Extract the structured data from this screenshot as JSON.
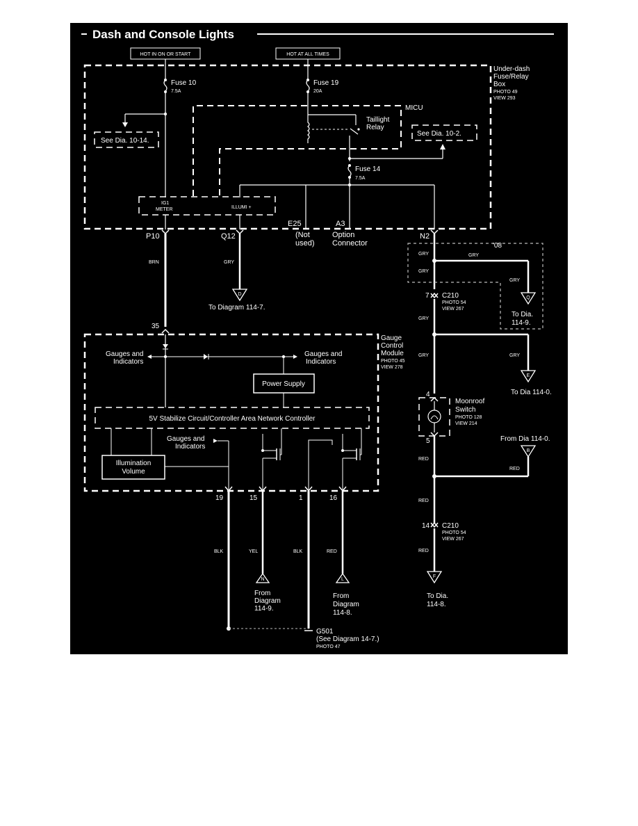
{
  "title": "Dash and Console Lights",
  "hot_labels": {
    "ignition": "HOT IN ON OR START",
    "always": "HOT AT ALL TIMES"
  },
  "fuse_box": {
    "name_1": "Under-dash",
    "name_2": "Fuse/Relay",
    "name_3": "Box",
    "photo": "PHOTO 49",
    "view": "VIEW 293"
  },
  "fuses": [
    {
      "name": "Fuse 10",
      "rating": "7.5A"
    },
    {
      "name": "Fuse 19",
      "rating": "20A"
    },
    {
      "name": "Fuse 14",
      "rating": "7.5A"
    }
  ],
  "micu": "MICU",
  "relay": {
    "line1": "Taillight",
    "line2": "Relay"
  },
  "see_refs": {
    "left": "See Dia. 10-14.",
    "right": "See Dia. 10-2."
  },
  "internal": {
    "ig1": "IG1",
    "meter": "METER",
    "illumi": "ILLUMI +"
  },
  "terminals": {
    "p10": "P10",
    "q12": "Q12",
    "e25": "E25",
    "e25_note1": "(Not",
    "e25_note2": "used)",
    "a3": "A3",
    "a3_note1": "Option",
    "a3_note2": "Connector",
    "n2": "N2"
  },
  "wire_colors": {
    "brn": "BRN",
    "gry": "GRY",
    "red": "RED",
    "blk": "BLK",
    "yel": "YEL"
  },
  "to_diagram_q12": "To Diagram 114-7.",
  "year_08": "'08",
  "c210": {
    "name": "C210",
    "photo": "PHOTO 54",
    "view": "VIEW 267",
    "pin7": "7",
    "pin14": "14"
  },
  "to_dia_q": {
    "line1": "To Dia.",
    "line2": "114-9."
  },
  "to_dia_e": "To Dia 114-0.",
  "from_dia_b": "From Dia 114-0.",
  "to_dia_f": {
    "line1": "To Dia.",
    "line2": "114-8."
  },
  "connector_letters": {
    "d": "D",
    "q": "Q",
    "e": "E",
    "b": "B",
    "f": "F",
    "n": "N",
    "l": "L"
  },
  "moonroof": {
    "line1": "Moonroof",
    "line2": "Switch",
    "photo": "PHOTO 128",
    "view": "VIEW 214",
    "pin4": "4",
    "pin5": "5"
  },
  "gauge_module": {
    "line1": "Gauge",
    "line2": "Control",
    "line3": "Module",
    "photo": "PHOTO 45",
    "view": "VIEW 278",
    "pin35": "35"
  },
  "gauges_indicators": {
    "line1": "Gauges and",
    "line2": "Indicators"
  },
  "power_supply": "Power Supply",
  "stabilize": "5V Stabilize Circuit/Controller Area Network Controller",
  "illumination": {
    "line1": "Illumination",
    "line2": "Volume"
  },
  "bottom_pins": {
    "p19": "19",
    "p15": "15",
    "p1": "1",
    "p16": "16"
  },
  "from_n": {
    "line1": "From",
    "line2": "Diagram",
    "line3": "114-9."
  },
  "from_l": {
    "line1": "From",
    "line2": "Diagram",
    "line3": "114-8."
  },
  "ground": {
    "name": "G501",
    "note": "(See Diagram 14-7.)",
    "photo": "PHOTO 47"
  }
}
